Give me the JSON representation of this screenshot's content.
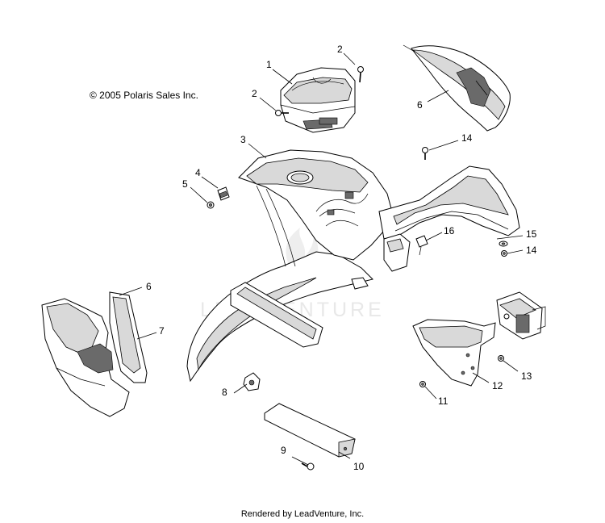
{
  "copyright": "© 2005 Polaris Sales Inc.",
  "watermark": "LEADVENTURE",
  "footer": "Rendered by LeadVenture, Inc.",
  "callouts": [
    {
      "id": "callout-1",
      "label": "1"
    },
    {
      "id": "callout-2-top",
      "label": "2"
    },
    {
      "id": "callout-2-left",
      "label": "2"
    },
    {
      "id": "callout-3",
      "label": "3"
    },
    {
      "id": "callout-4",
      "label": "4"
    },
    {
      "id": "callout-5",
      "label": "5"
    },
    {
      "id": "callout-6-top",
      "label": "6"
    },
    {
      "id": "callout-6-left",
      "label": "6"
    },
    {
      "id": "callout-7",
      "label": "7"
    },
    {
      "id": "callout-8",
      "label": "8"
    },
    {
      "id": "callout-9",
      "label": "9"
    },
    {
      "id": "callout-10",
      "label": "10"
    },
    {
      "id": "callout-11",
      "label": "11"
    },
    {
      "id": "callout-12",
      "label": "12"
    },
    {
      "id": "callout-13",
      "label": "13"
    },
    {
      "id": "callout-14-top",
      "label": "14"
    },
    {
      "id": "callout-14-right",
      "label": "14"
    },
    {
      "id": "callout-15",
      "label": "15"
    },
    {
      "id": "callout-16",
      "label": "16"
    }
  ]
}
